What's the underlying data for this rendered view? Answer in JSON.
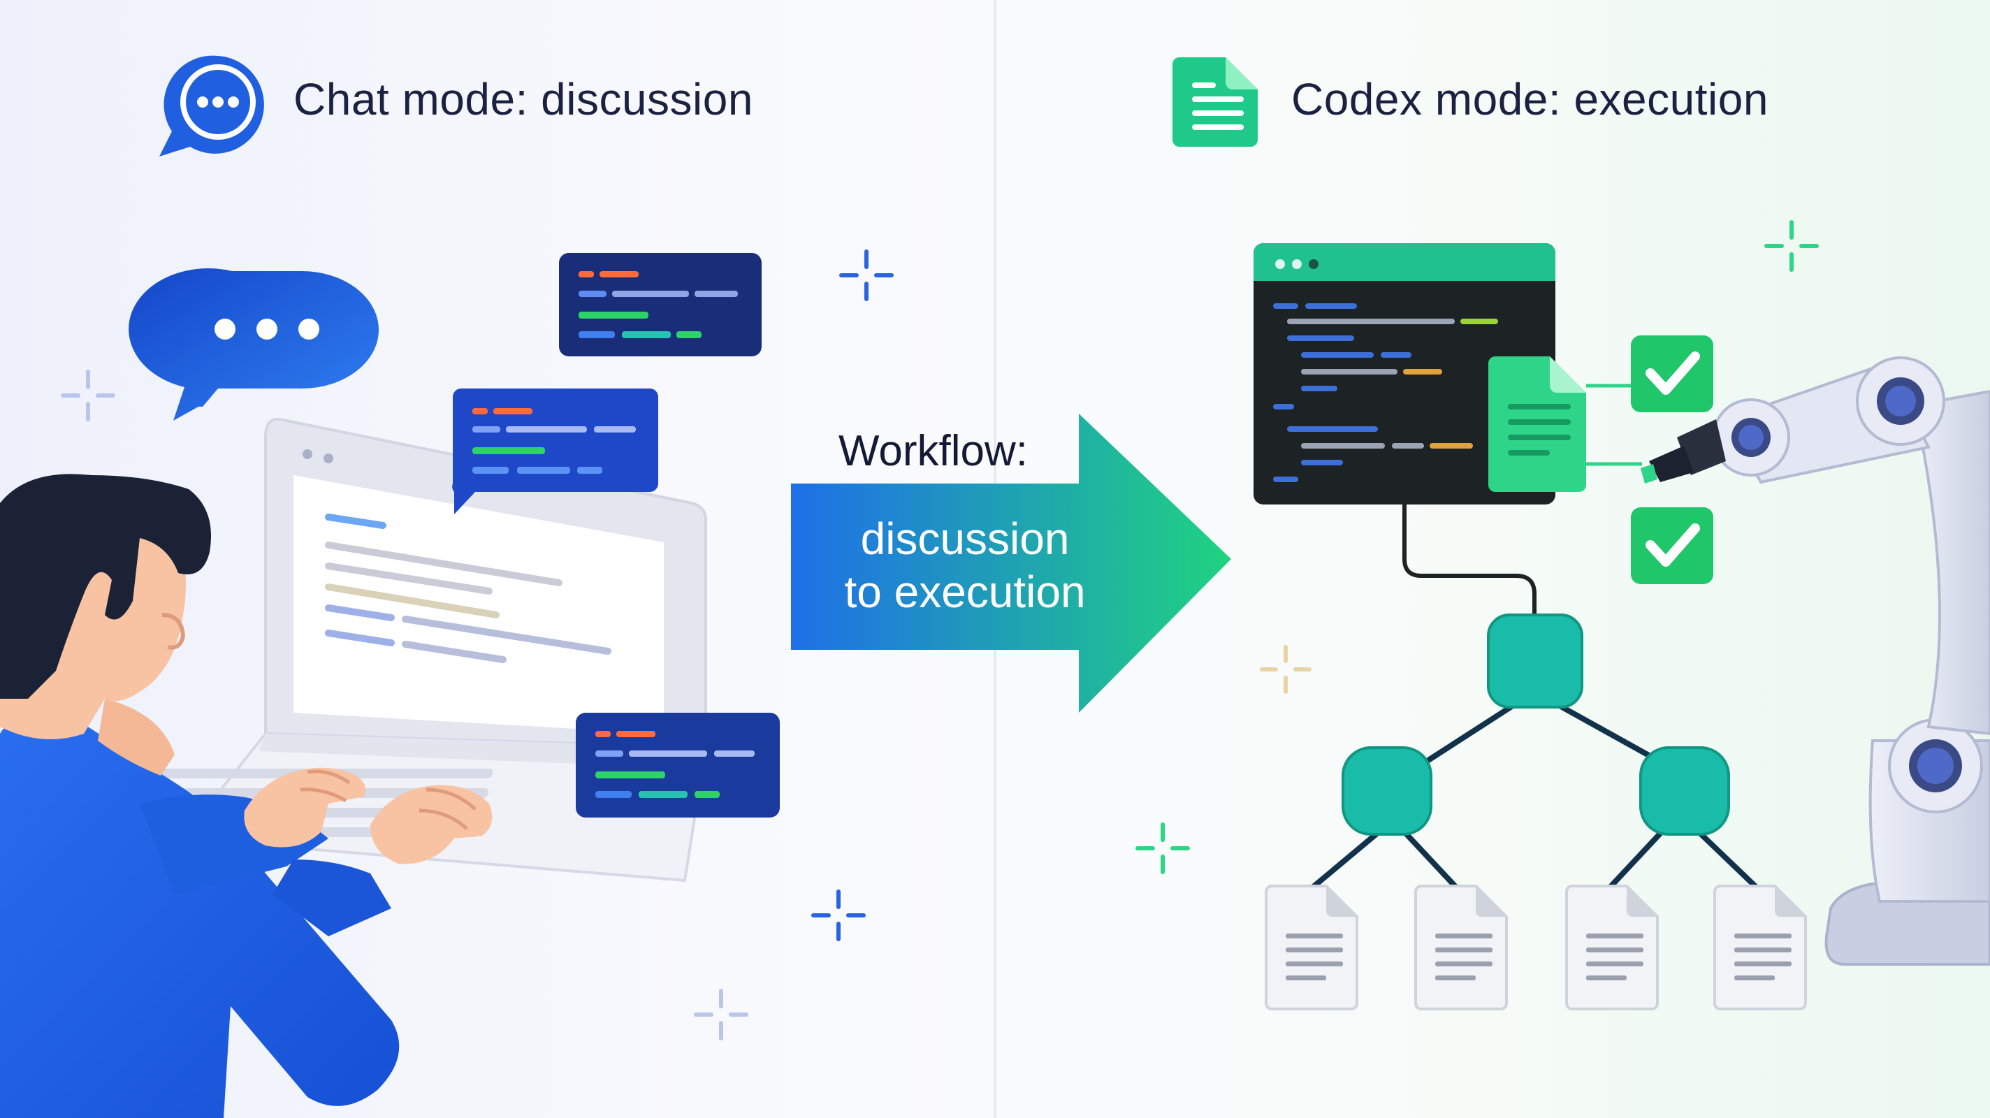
{
  "chat_panel": {
    "heading": "Chat mode: discussion",
    "icon": "chat-bubble-icon",
    "accent": "#1f5fe0"
  },
  "codex_panel": {
    "heading": "Codex mode: execution",
    "icon": "document-icon",
    "accent": "#1fc98a"
  },
  "workflow": {
    "label": "Workflow:",
    "line1": "discussion",
    "line2": "to execution",
    "gradient_start": "#1f6fe8",
    "gradient_end": "#1fd37f"
  },
  "colors": {
    "code_window_dark": "#1d2224",
    "code_window_bar": "#1fc28f",
    "snippet_bg": "#1a3380",
    "node_teal": "#19bca8",
    "check_green": "#20c76a",
    "shirt_blue": "#1e63e6",
    "hair": "#1b2236",
    "skin": "#f7c3a3"
  }
}
